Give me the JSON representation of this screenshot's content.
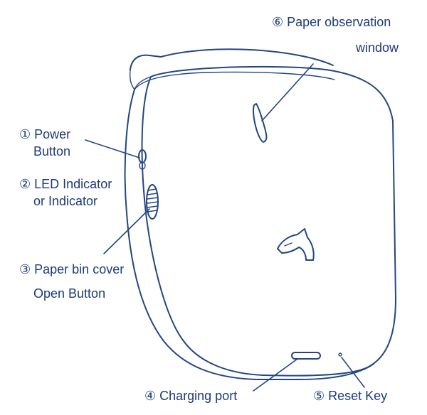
{
  "labels": {
    "power_1": "① Power",
    "power_2": "Button",
    "led_1": "② LED Indicator",
    "led_2": "or Indicator",
    "cover_1": "③ Paper bin cover",
    "cover_2": "Open Button",
    "charging": "④ Charging port",
    "reset": "⑤ Reset Key",
    "window_1": "⑥ Paper observation",
    "window_2": "window"
  },
  "colors": {
    "line": "#24467f",
    "text": "#1f3a78",
    "background": "#ffffff"
  }
}
